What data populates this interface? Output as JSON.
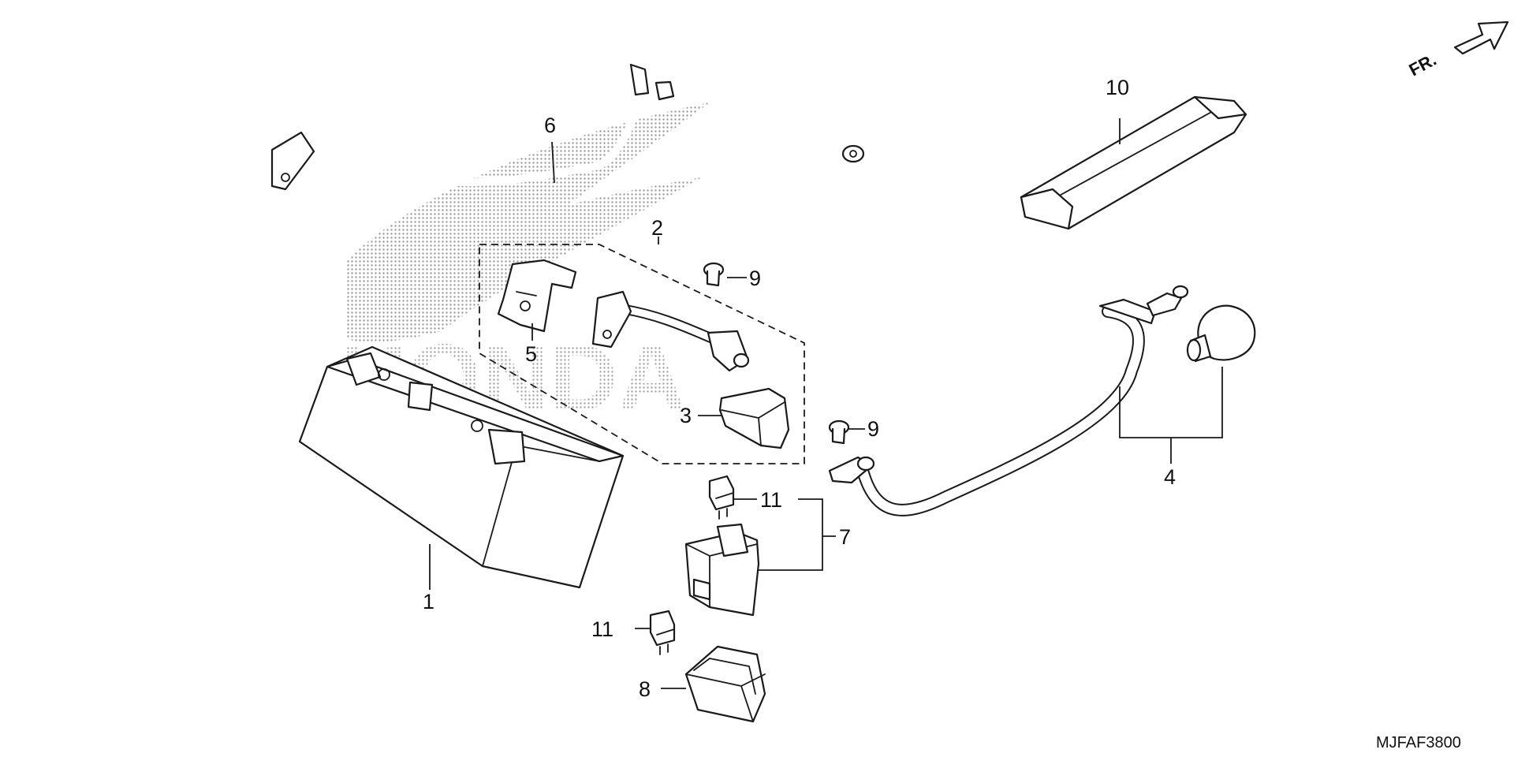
{
  "diagram": {
    "callouts": {
      "battery": "1",
      "terminal_kit": "2",
      "terminal_cover": "3",
      "negative_cable_set": "4",
      "positive_boot": "5",
      "starter_cable": "6",
      "relay": "7",
      "fuse_box_cover": "8",
      "bolt_upper": "9",
      "bolt_lower": "9",
      "battery_band": "10",
      "fuse_upper": "11",
      "fuse_lower": "11"
    },
    "front_indicator": "FR.",
    "diagram_code": "MJFAF3800",
    "watermark_text": "HONDA"
  }
}
